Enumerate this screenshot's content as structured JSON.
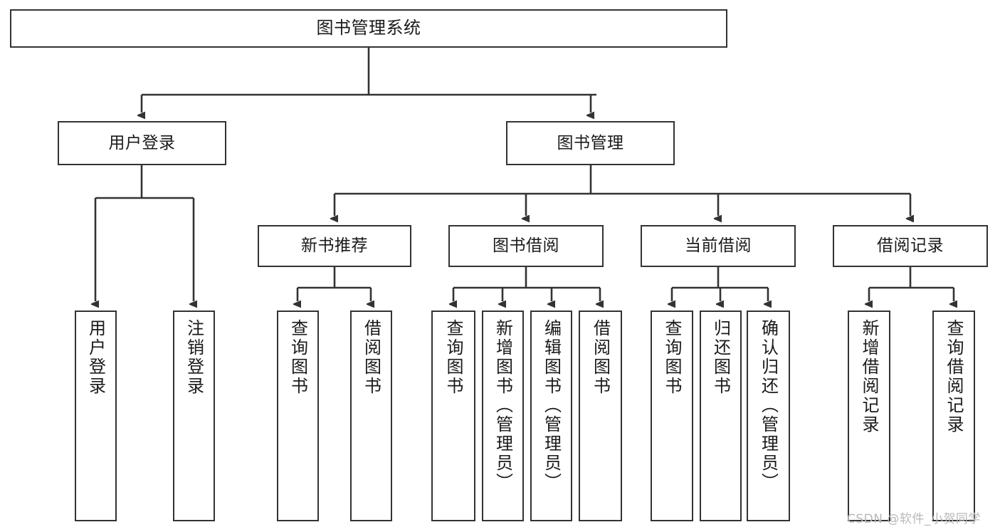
{
  "diagram": {
    "title": "图书管理系统",
    "type": "hierarchy-tree",
    "root": {
      "id": "root",
      "label": "图书管理系统"
    },
    "level1": [
      {
        "id": "user-login",
        "label": "用户登录"
      },
      {
        "id": "book-management",
        "label": "图书管理"
      }
    ],
    "level2": [
      {
        "id": "new-book-recommend",
        "label": "新书推荐",
        "parent": "book-management"
      },
      {
        "id": "book-borrow",
        "label": "图书借阅",
        "parent": "book-management"
      },
      {
        "id": "current-borrow",
        "label": "当前借阅",
        "parent": "book-management"
      },
      {
        "id": "borrow-record",
        "label": "借阅记录",
        "parent": "book-management"
      }
    ],
    "leaves": {
      "user_login": [
        {
          "id": "leaf-user-login",
          "label": "用户登录"
        },
        {
          "id": "leaf-logout-login",
          "label": "注销登录"
        }
      ],
      "new_book_recommend": [
        {
          "id": "leaf-query-book-1",
          "label": "查询图书"
        },
        {
          "id": "leaf-borrow-book-1",
          "label": "借阅图书"
        }
      ],
      "book_borrow": [
        {
          "id": "leaf-query-book-2",
          "label": "查询图书"
        },
        {
          "id": "leaf-add-book",
          "label": "新增图书（管理员）"
        },
        {
          "id": "leaf-edit-book",
          "label": "编辑图书（管理员）"
        },
        {
          "id": "leaf-borrow-book-2",
          "label": "借阅图书"
        }
      ],
      "current_borrow": [
        {
          "id": "leaf-query-book-3",
          "label": "查询图书"
        },
        {
          "id": "leaf-return-book",
          "label": "归还图书"
        },
        {
          "id": "leaf-confirm-return",
          "label": "确认归还（管理员）"
        }
      ],
      "borrow_record": [
        {
          "id": "leaf-add-record",
          "label": "新增借阅记录"
        },
        {
          "id": "leaf-query-record",
          "label": "查询借阅记录"
        }
      ]
    }
  },
  "watermark": {
    "text": "CSDN @软件_小贺同学"
  },
  "colors": {
    "box_border": "#333333",
    "box_fill": "#ffffff",
    "connector": "#333333",
    "text": "#1a1a1a",
    "watermark": "#b8b8b8",
    "background": "#ffffff"
  }
}
